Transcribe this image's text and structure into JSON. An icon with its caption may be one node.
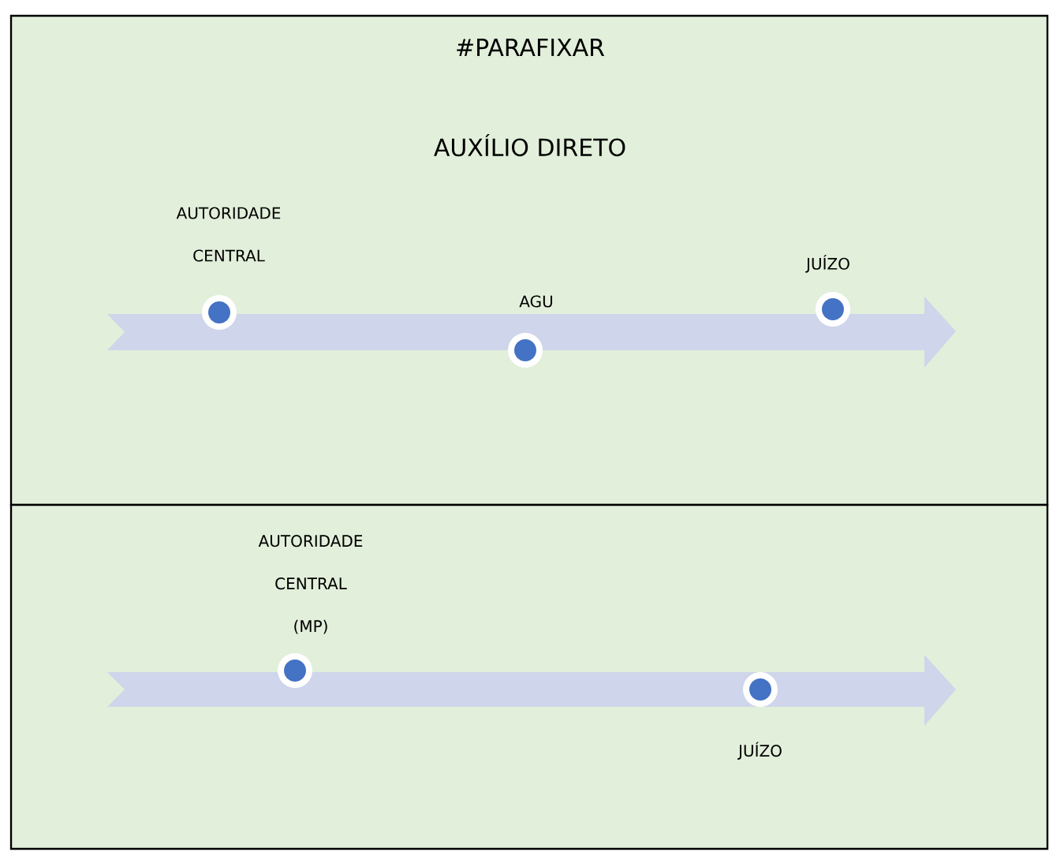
{
  "diagram": {
    "title": "#PARAFIXAR",
    "nodes": [
      {
        "text": [
          "AUXÍLIO DIRETO"
        ]
      },
      {
        "text": [
          "AUTORIDADE CENTRAL"
        ],
        "in": 0
      },
      {
        "text": [
          "AGU"
        ],
        "in": 0
      },
      {
        "text": [
          "JUÍZO"
        ],
        "in": 0
      },
      {
        "text": [],
        "shape": "box"
      },
      {
        "text": [
          "AUTORIDADE CENTRAL (MP)"
        ],
        "in": 4
      },
      {
        "text": [
          "JUÍZO"
        ],
        "in": 4
      }
    ]
  }
}
